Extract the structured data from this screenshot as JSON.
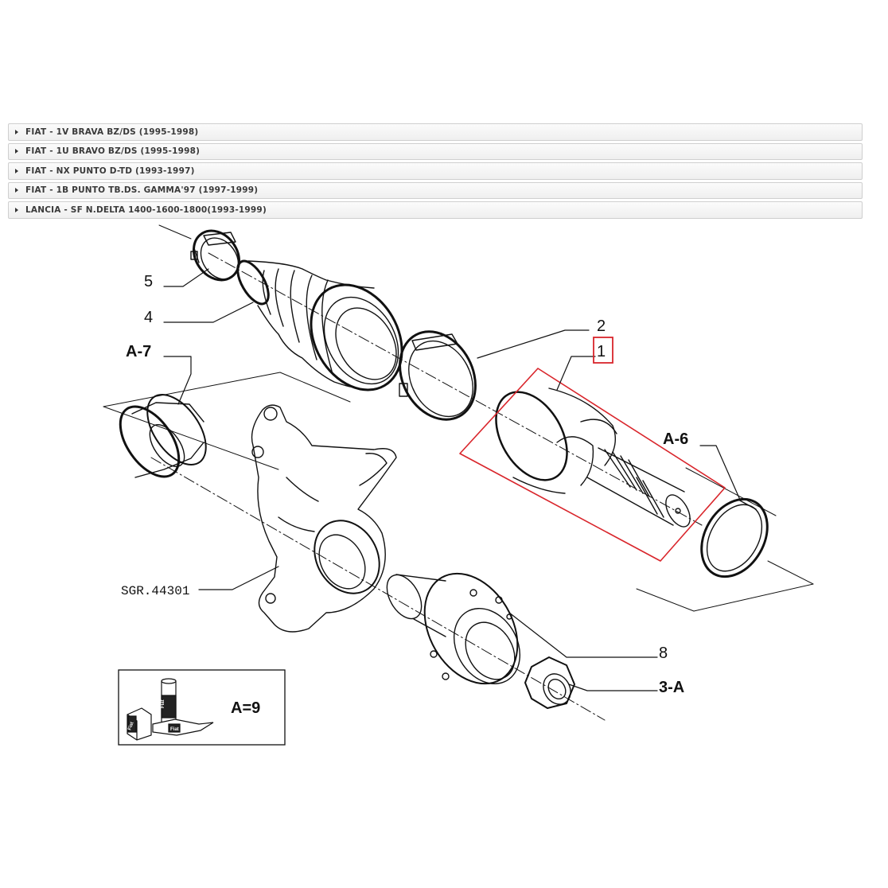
{
  "applications": [
    {
      "label": "FIAT - 1V BRAVA BZ/DS (1995-1998)"
    },
    {
      "label": "FIAT - 1U BRAVO BZ/DS (1995-1998)"
    },
    {
      "label": "FIAT - NX PUNTO D-TD (1993-1997)"
    },
    {
      "label": "FIAT - 1B PUNTO TB.DS. GAMMA'97 (1997-1999)"
    },
    {
      "label": "LANCIA - SF N.DELTA 1400-1600-1800(1993-1999)"
    }
  ],
  "diagram": {
    "labels": {
      "p5": "5",
      "p4": "4",
      "p2": "2",
      "p1": "1",
      "a7": "A-7",
      "a6": "A-6",
      "sgr": "SGR.44301",
      "p8": "8",
      "p3a": "3-A"
    },
    "legend": {
      "text": "A=9",
      "pack_text_1": "Fiat",
      "pack_text_2": "Fiat",
      "pack_text_3": "Fiat"
    },
    "highlight_color": "#d9252b"
  }
}
